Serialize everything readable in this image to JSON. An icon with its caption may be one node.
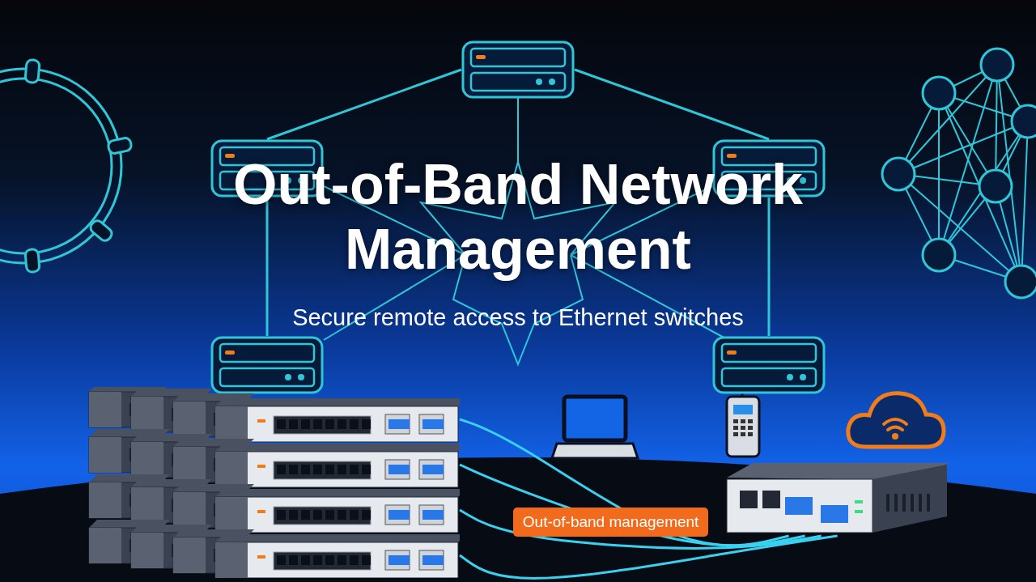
{
  "diagram": {
    "title": "Out-of-Band Network Management",
    "nodes": [
      {
        "text": [],
        "shape": "box"
      },
      {
        "text": [],
        "shape": "box"
      },
      {
        "text": [],
        "shape": "box"
      },
      {
        "text": [],
        "shape": "box"
      },
      {
        "text": [],
        "shape": "box"
      },
      {
        "text": [],
        "shape": "picture"
      },
      {
        "text": [],
        "shape": "picture"
      }
    ],
    "edges": [
      {
        "from": 0,
        "to": 1,
        "arrow": "none"
      },
      {
        "from": 0,
        "to": 2,
        "arrow": "none"
      },
      {
        "from": 1,
        "to": 3,
        "arrow": "none"
      },
      {
        "from": 2,
        "to": 4,
        "arrow": "none"
      },
      {
        "from": 5,
        "to": 6,
        "arrow": "none"
      },
      {
        "from": 5,
        "to": 6,
        "arrow": "none",
        "label": "Out-of-band management"
      },
      {
        "from": 5,
        "to": 6,
        "arrow": "none"
      },
      {
        "from": 5,
        "to": 6,
        "arrow": "none"
      }
    ],
    "labels": [
      "Secure remote access to Ethernet switches"
    ]
  }
}
